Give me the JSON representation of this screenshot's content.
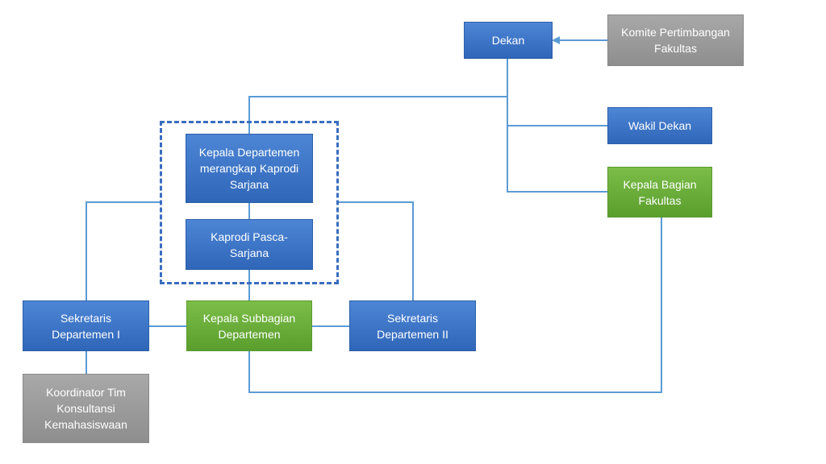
{
  "nodes": {
    "dekan": "Dekan",
    "komite": "Komite Pertimbangan\nFakultas",
    "wakil_dekan": "Wakil Dekan",
    "kepala_bagian": "Kepala Bagian\nFakultas",
    "kepala_departemen": "Kepala Departemen\nmerangkap Kaprodi\nSarjana",
    "kaprodi_pasca": "Kaprodi Pasca-\nSarjana",
    "sekretaris_1": "Sekretaris\nDepartemen I",
    "kepala_subbagian": "Kepala Subbagian\nDepartemen",
    "sekretaris_2": "Sekretaris\nDepartemen II",
    "koordinator": "Koordinator Tim\nKonsultansi\nKemahasiswaan"
  },
  "colors": {
    "blue": "#3a72c4",
    "green": "#6aad3a",
    "gray": "#9a9a9a",
    "line": "#5b9bd5",
    "dashed_border": "#3a6dbf"
  }
}
